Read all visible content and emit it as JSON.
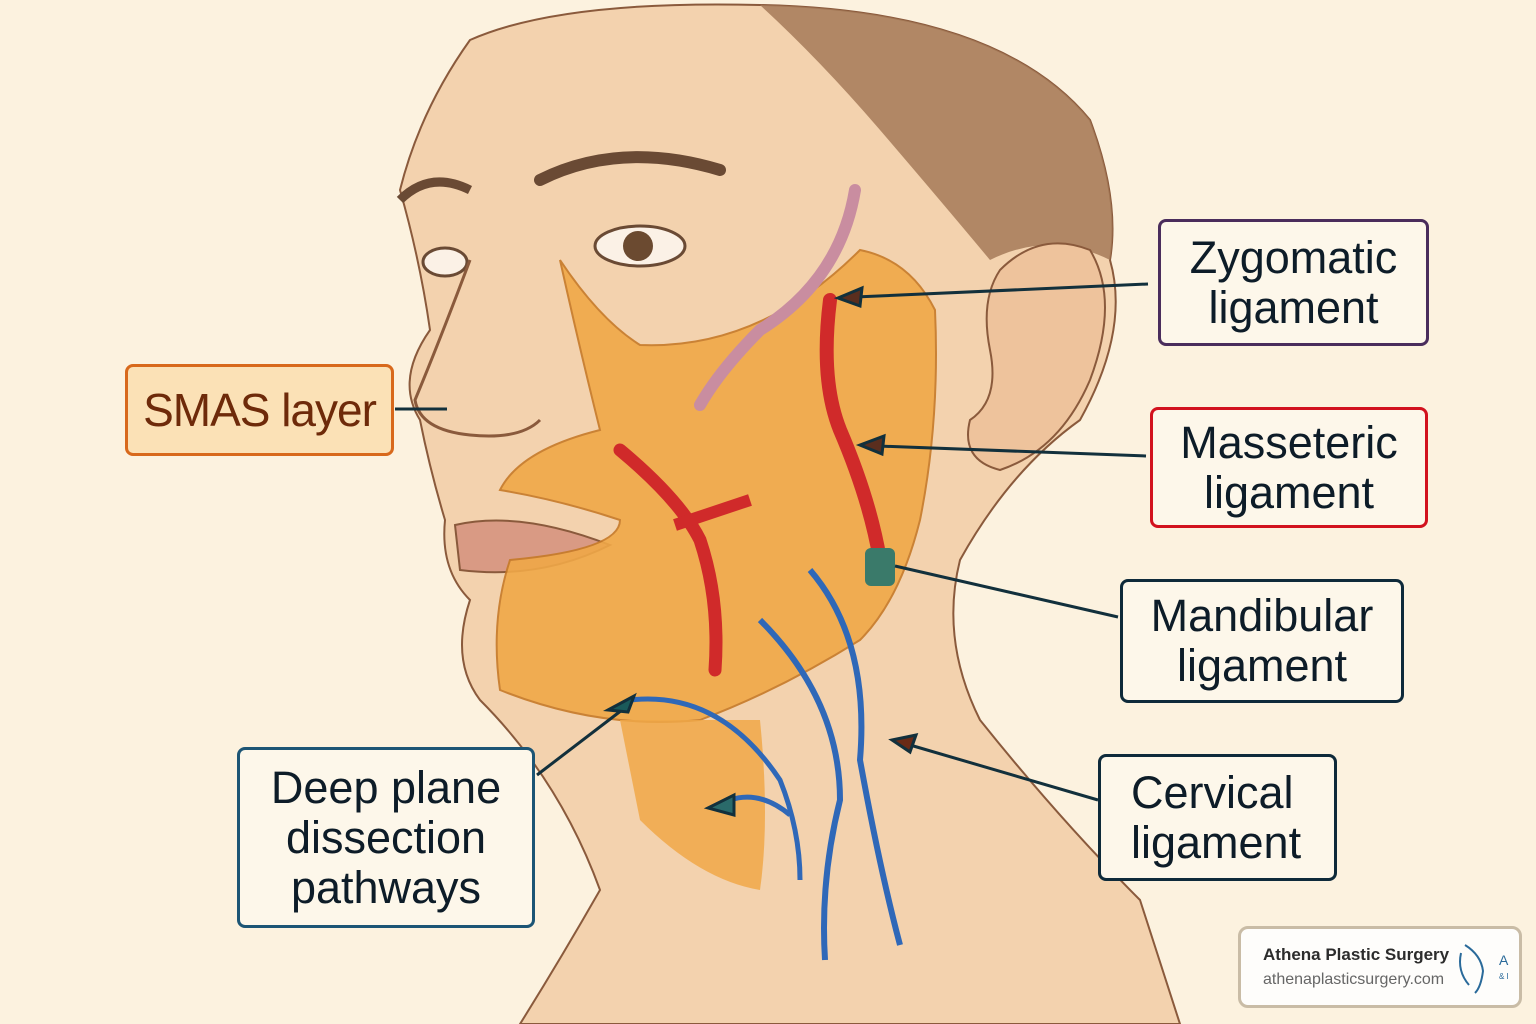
{
  "labels": {
    "zygomatic": [
      "Zygomatic",
      "ligament"
    ],
    "masseteric": [
      "Masseteric",
      "ligament"
    ],
    "mandibular": [
      "Mandibular",
      "ligament"
    ],
    "cervical": [
      "Cervical",
      "ligament"
    ],
    "deep_plane": [
      "Deep plane",
      "dissection",
      "pathways"
    ],
    "smas": "SMAS layer"
  },
  "logo": {
    "name": "Athena Plastic Surgery",
    "url": "athenaplasticsurgery.com",
    "mark_text": "A & I"
  },
  "colors": {
    "background": "#fcf2df",
    "smas": "#f0a848",
    "artery": "#d02a2a",
    "vein": "#2f68b8",
    "zygomatic_border": "#4a2d5c",
    "masseteric_border": "#d2121e",
    "smas_border": "#d8691c"
  }
}
